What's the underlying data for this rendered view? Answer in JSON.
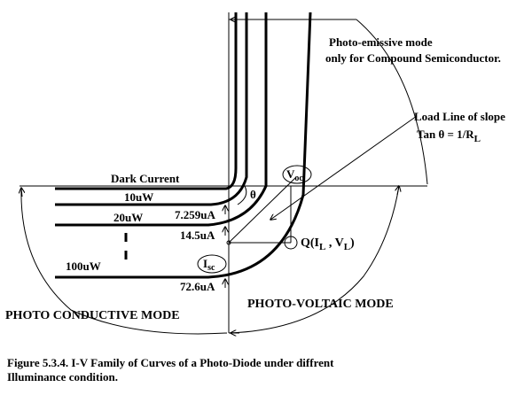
{
  "diagram": {
    "labels": {
      "dark_current": "Dark Current",
      "p10": "10uW",
      "p20": "20uW",
      "p100": "100uW",
      "i1": "7.259uA",
      "i2": "14.5uA",
      "i3": "72.6uA",
      "theta": "θ",
      "voc_v": "V",
      "voc_sub": "oc",
      "isc_i": "I",
      "isc_sub": "sc",
      "q_point": "Q(I",
      "q_l1": "L",
      "q_mid": " , V",
      "q_l2": "L",
      "q_close": ")",
      "photo_emissive_1": "Photo-emissive mode",
      "photo_emissive_2": "only for Compound Semiconductor.",
      "load_line_1": "Load Line of slope",
      "load_line_2": "Tan θ = 1/R",
      "load_line_sub": "L",
      "photo_conductive": "PHOTO  CONDUCTIVE MODE",
      "photo_voltaic": "PHOTO-VOLTAIC MODE"
    },
    "caption_line1": "Figure 5.3.4. I-V Family of Curves of a Photo-Diode under diffrent",
    "caption_line2": "Illuminance condition."
  }
}
